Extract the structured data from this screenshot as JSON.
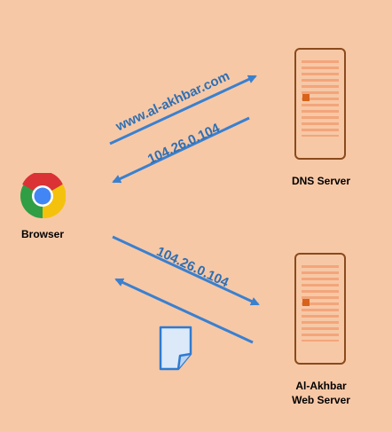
{
  "labels": {
    "browser": "Browser",
    "dns_server": "DNS Server",
    "web_server_line1": "Al-Akhbar",
    "web_server_line2": "Web Server"
  },
  "messages": {
    "dns_query": "www.al-akhbar.com",
    "dns_response": "104.26.0.104",
    "http_request": "104.26.0.104"
  },
  "colors": {
    "background": "#f7c8a6",
    "arrow": "#3a80cf",
    "server_border": "#8a4a1c",
    "server_lines": "#f3a57a",
    "server_led": "#d8621a"
  },
  "icons": {
    "browser": "chrome-logo",
    "document": "document-icon",
    "server": "server-icon"
  }
}
